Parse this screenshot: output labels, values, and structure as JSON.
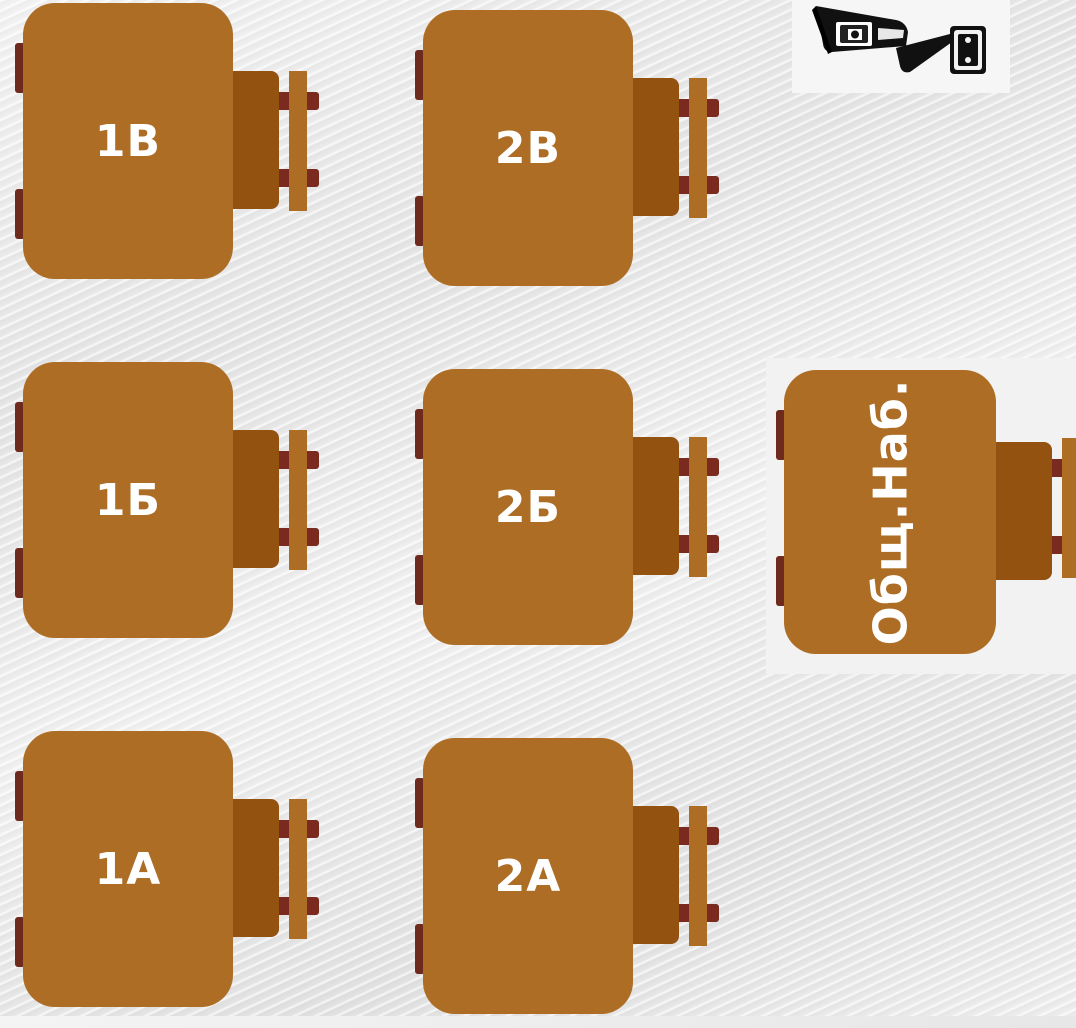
{
  "camera": {
    "icon": "security-camera-icon"
  },
  "units": [
    {
      "id": "1v",
      "label": "1В"
    },
    {
      "id": "2v",
      "label": "2В"
    },
    {
      "id": "1b",
      "label": "1Б"
    },
    {
      "id": "2b",
      "label": "2Б"
    },
    {
      "id": "1a",
      "label": "1А"
    },
    {
      "id": "2a",
      "label": "2А"
    },
    {
      "id": "common",
      "label": "Общ.Наб."
    }
  ],
  "colors": {
    "body": "#ad6d25",
    "block": "#93520f",
    "accent": "#7b2a1f",
    "label": "#ffffff"
  }
}
